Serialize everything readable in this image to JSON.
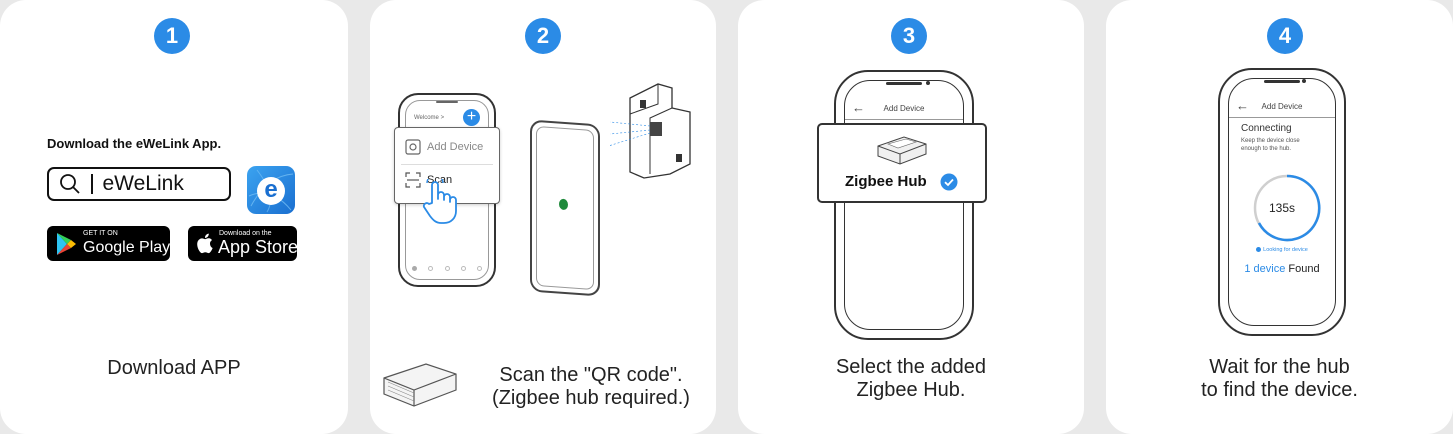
{
  "colors": {
    "accent": "#2b8be6",
    "panel_bg": "#ffffff",
    "page_bg": "#e9e9e9"
  },
  "steps": [
    {
      "number": "1",
      "caption": "Download APP",
      "download_text": "Download the eWeLink App.",
      "search_value": "eWeLink",
      "app_icon_letter": "e",
      "google_play": {
        "small": "GET IT ON",
        "big": "Google Play"
      },
      "app_store": {
        "small": "Download on the",
        "big": "App Store"
      }
    },
    {
      "number": "2",
      "caption_line1": "Scan the \"QR code\".",
      "caption_line2": "(Zigbee hub required.)",
      "phone_header": "Welcome >",
      "menu_add_device": "Add Device",
      "menu_scan": "Scan"
    },
    {
      "number": "3",
      "caption_line1": "Select the added",
      "caption_line2": "Zigbee Hub.",
      "phone_header": "Add Device",
      "hub_label": "Zigbee Hub"
    },
    {
      "number": "4",
      "caption_line1": "Wait for the  hub",
      "caption_line2": "to find the device.",
      "phone_header": "Add Device",
      "connecting": "Connecting",
      "hint_line1": "Keep the device close",
      "hint_line2": "enough to the hub.",
      "timer": "135s",
      "looking": "Looking for device",
      "found_count": "1 device",
      "found_word": "Found"
    }
  ]
}
